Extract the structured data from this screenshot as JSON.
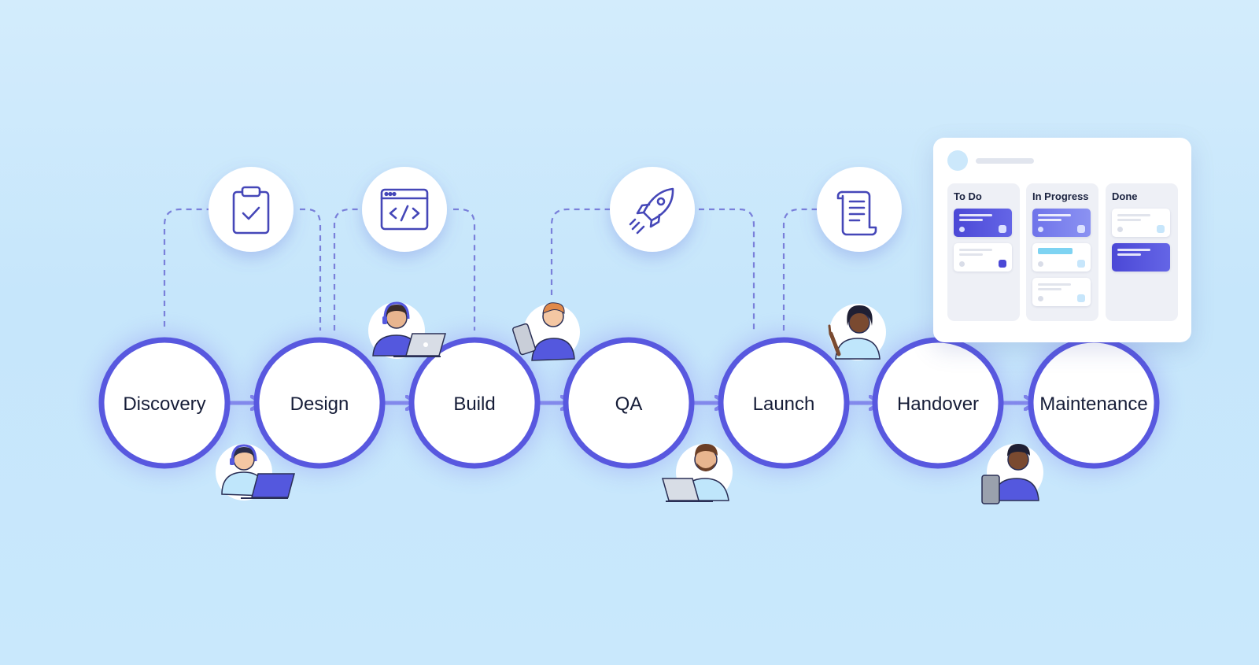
{
  "stages": [
    {
      "label": "Discovery"
    },
    {
      "label": "Design"
    },
    {
      "label": "Build"
    },
    {
      "label": "QA"
    },
    {
      "label": "Launch"
    },
    {
      "label": "Handover"
    },
    {
      "label": "Maintenance"
    }
  ],
  "icons": [
    "clipboard-check-icon",
    "code-window-icon",
    "rocket-icon",
    "scroll-document-icon"
  ],
  "people": [
    "person-headset-laptop",
    "person-headset-laptop",
    "person-tablet",
    "person-laptop-beard",
    "person-pointing",
    "person-tablet"
  ],
  "board": {
    "columns": [
      {
        "title": "To Do"
      },
      {
        "title": "In Progress"
      },
      {
        "title": "Done"
      }
    ]
  },
  "colors": {
    "accent": "#4f4fd8",
    "ring": "#5b5ce0",
    "background": "#c9e8fc",
    "text": "#161d38"
  }
}
